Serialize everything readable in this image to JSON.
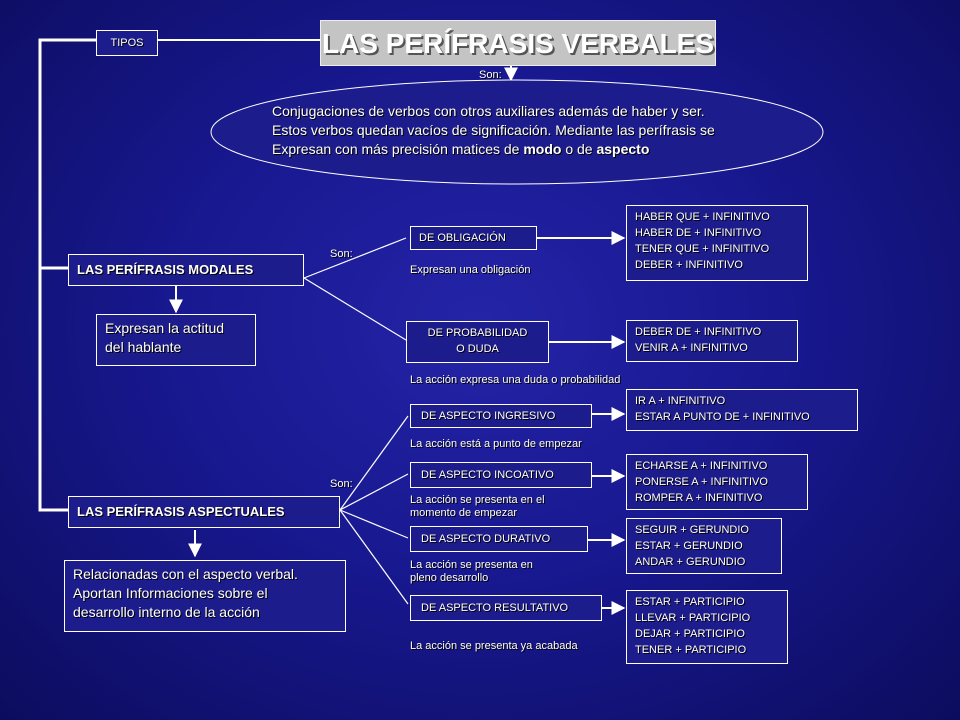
{
  "title": "LAS PERÍFRASIS VERBALES",
  "tipos_label": "TIPOS",
  "son_label": "Son:",
  "definition": {
    "line1": "Conjugaciones de verbos con otros auxiliares además de haber y ser.",
    "line2": "Estos verbos quedan vacíos de significación. Mediante las perífrasis se",
    "line3_a": "Expresan con más precisión matices de ",
    "line3_b": "modo",
    "line3_c": " o de ",
    "line3_d": "aspecto"
  },
  "modales": {
    "label": "LAS PERÍFRASIS MODALES",
    "description": [
      "Expresan la actitud",
      "del hablante"
    ],
    "son": "Son:",
    "types": [
      {
        "name": [
          "DE OBLIGACIÓN"
        ],
        "note": [
          "Expresan una obligación"
        ],
        "forms": [
          "HABER QUE + INFINITIVO",
          "HABER DE + INFINITIVO",
          "TENER QUE + INFINITIVO",
          "DEBER + INFINITIVO"
        ]
      },
      {
        "name": [
          "DE PROBABILIDAD",
          "O DUDA"
        ],
        "note": [
          "La acción expresa una duda o probabilidad"
        ],
        "forms": [
          "DEBER DE + INFINITIVO",
          "VENIR A + INFINITIVO"
        ]
      }
    ]
  },
  "aspectuales": {
    "label": "LAS PERÍFRASIS ASPECTUALES",
    "description": [
      "Relacionadas con el aspecto verbal.",
      "Aportan Informaciones sobre el",
      "desarrollo interno de la acción"
    ],
    "son": "Son:",
    "types": [
      {
        "name": [
          "DE ASPECTO INGRESIVO"
        ],
        "note": [
          "La acción está a punto de empezar"
        ],
        "forms": [
          "IR A + INFINITIVO",
          "ESTAR A PUNTO  DE + INFINITIVO"
        ]
      },
      {
        "name": [
          "DE ASPECTO INCOATIVO"
        ],
        "note": [
          "La acción se presenta en el",
          "momento de empezar"
        ],
        "forms": [
          "ECHARSE A + INFINITIVO",
          "PONERSE A + INFINITIVO",
          "ROMPER A + INFINITIVO"
        ]
      },
      {
        "name": [
          "DE ASPECTO DURATIVO"
        ],
        "note": [
          "La acción se presenta en",
          "pleno desarrollo"
        ],
        "forms": [
          "SEGUIR + GERUNDIO",
          "ESTAR + GERUNDIO",
          "ANDAR + GERUNDIO"
        ]
      },
      {
        "name": [
          "DE ASPECTO RESULTATIVO"
        ],
        "note": [
          "La acción se presenta ya acabada"
        ],
        "forms": [
          "ESTAR + PARTICIPIO",
          "LLEVAR + PARTICIPIO",
          "DEJAR + PARTICIPIO",
          "TENER + PARTICIPIO"
        ]
      }
    ]
  },
  "colors": {
    "background": "#181890",
    "ellipse": "#1c1c8c",
    "line": "#ffffff",
    "title_bg": "#c4c4c4"
  }
}
